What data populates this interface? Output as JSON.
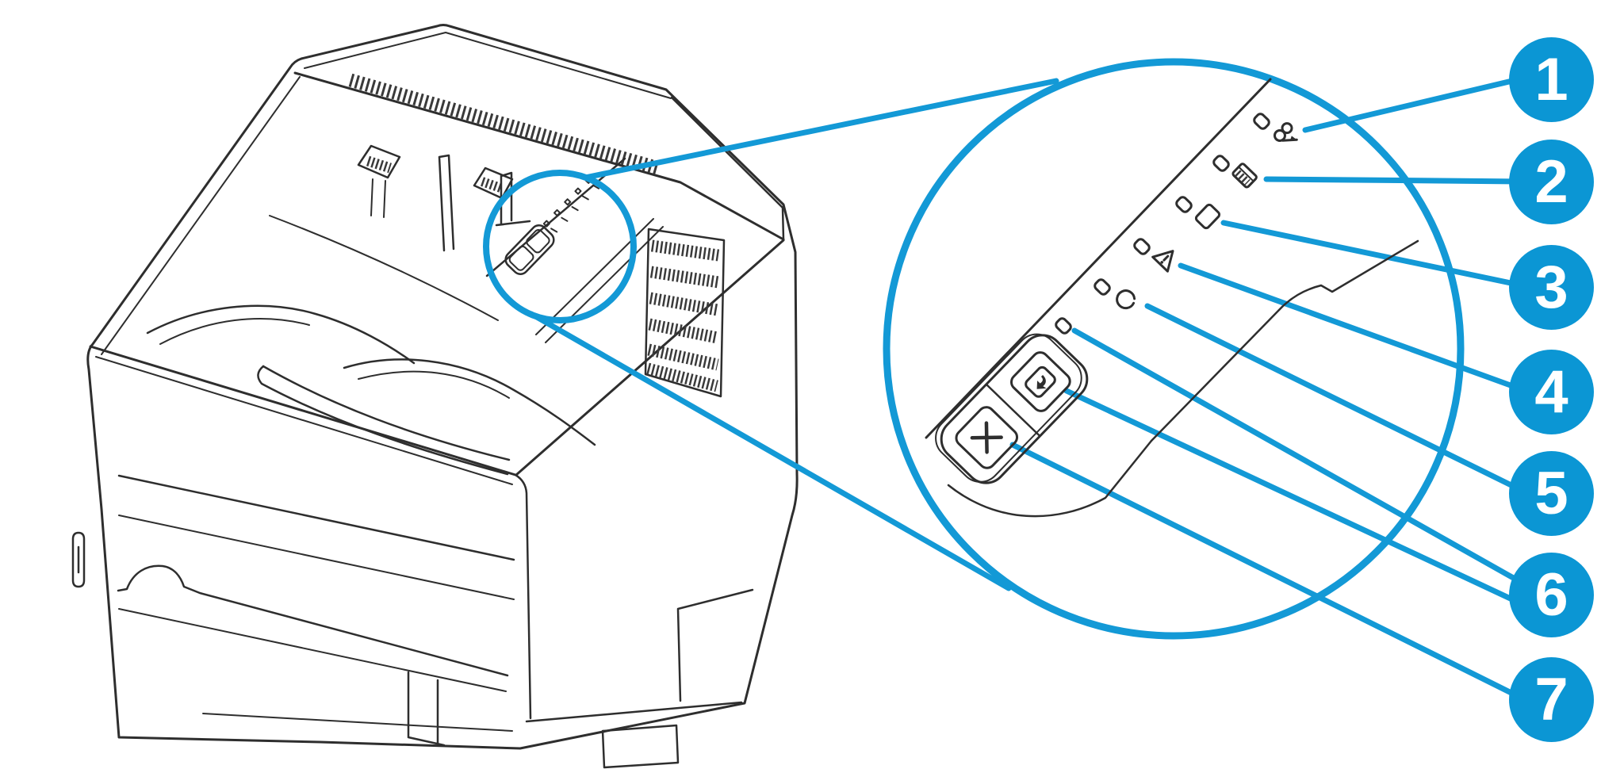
{
  "figure": {
    "kind": "printer-control-panel-callout-diagram",
    "colors": {
      "accent_blue": "#0b96d4",
      "line_black": "#2e2e2e",
      "background": "#ffffff"
    },
    "callouts": [
      {
        "number": "1",
        "icon": "jam-light-icon"
      },
      {
        "number": "2",
        "icon": "toner-light-icon"
      },
      {
        "number": "3",
        "icon": "paper-out-light-icon"
      },
      {
        "number": "4",
        "icon": "attention-light-icon"
      },
      {
        "number": "5",
        "icon": "ready-light-icon"
      },
      {
        "number": "6",
        "icon": "go-button-icon"
      },
      {
        "number": "7",
        "icon": "cancel-button-icon"
      }
    ]
  }
}
